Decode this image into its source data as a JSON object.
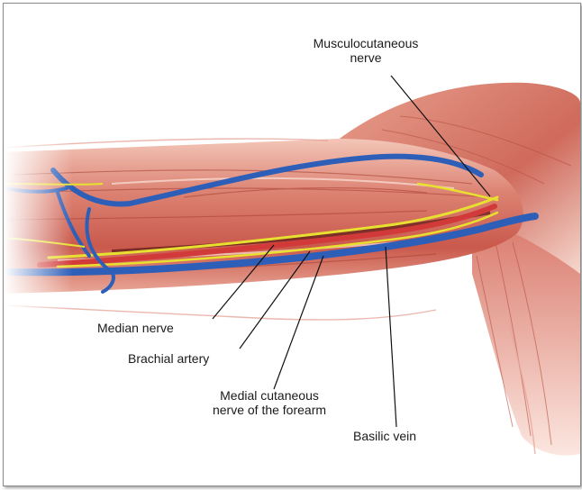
{
  "diagram": {
    "labels": {
      "musculocutaneous_line1": "Musculocutaneous",
      "musculocutaneous_line2": "nerve",
      "median_nerve": "Median nerve",
      "brachial_artery": "Brachial artery",
      "medial_cutaneous_line1": "Medial cutaneous",
      "medial_cutaneous_line2": "nerve of the forearm",
      "basilic_vein": "Basilic vein"
    },
    "colors": {
      "muscle": "#d9776a",
      "muscle_dark": "#b5473e",
      "muscle_light": "#f2c0b2",
      "vein": "#2e5fb8",
      "artery": "#d23a3a",
      "nerve": "#e8e030",
      "leader": "#111111"
    }
  }
}
